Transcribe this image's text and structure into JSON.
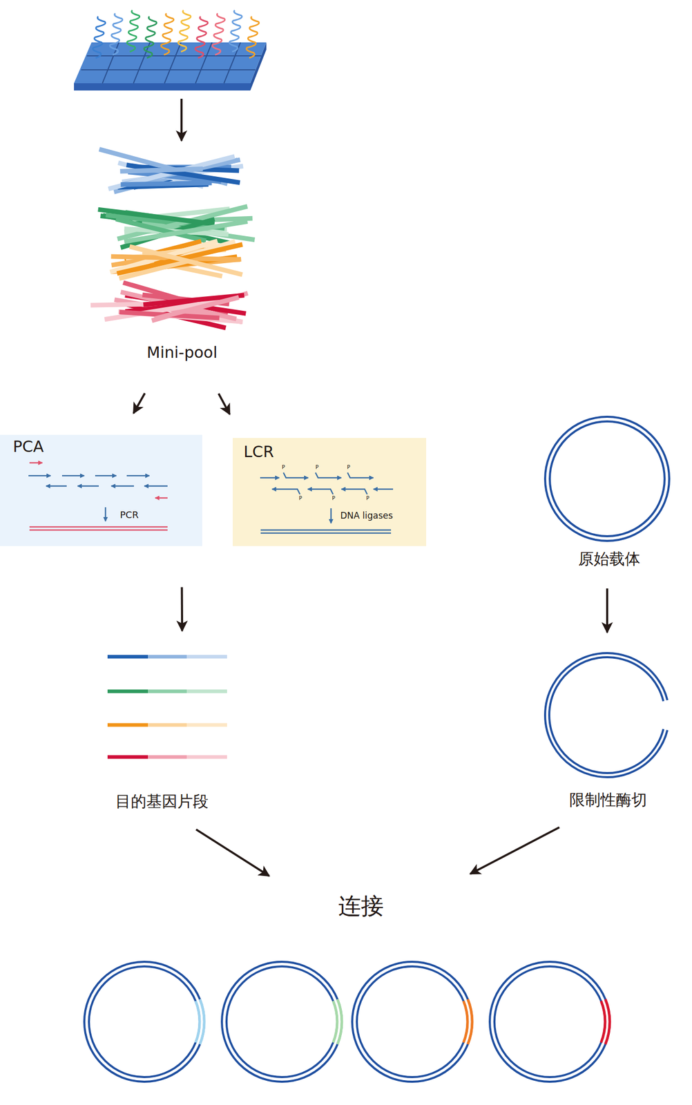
{
  "diagram": {
    "nodes": [
      {
        "text": [
          "Mini-pool"
        ]
      },
      {
        "text": [
          "PCA",
          "PCR"
        ]
      },
      {
        "text": [
          "LCR",
          "P",
          "P",
          "P",
          "P",
          "P",
          "P",
          "DNA ligases"
        ]
      },
      {
        "text": [
          "原始载体"
        ]
      },
      {
        "text": [
          "目的基因片段"
        ]
      },
      {
        "text": [
          "限制性酶切"
        ]
      },
      {
        "text": [
          "连接"
        ]
      }
    ],
    "edges": [
      {
        "from": 0,
        "to": 1,
        "arrow": "to"
      },
      {
        "from": 0,
        "to": 2,
        "arrow": "to"
      },
      {
        "from": 1,
        "to": 4,
        "arrow": "to"
      },
      {
        "from": 3,
        "to": 5,
        "arrow": "to"
      },
      {
        "from": 4,
        "to": 6,
        "arrow": "to"
      },
      {
        "from": 5,
        "to": 6,
        "arrow": "to"
      }
    ]
  }
}
